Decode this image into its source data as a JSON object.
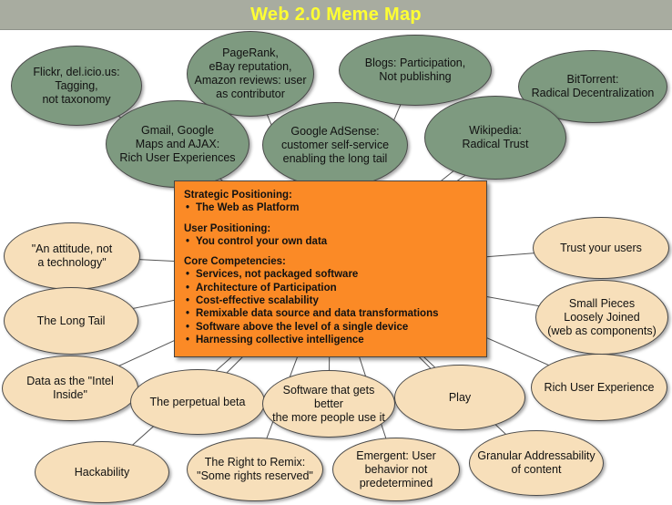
{
  "title": "Web 2.0 Meme Map",
  "colors": {
    "title_bar": "#a8aca0",
    "title_text": "#ffff33",
    "green_bubble": "#7e9a80",
    "tan_bubble": "#f7dfba",
    "core_box": "#fb8a26"
  },
  "bubbles": [
    {
      "id": "flickr",
      "text": "Flickr, del.icio.us:\nTagging,\nnot taxonomy",
      "color": "green"
    },
    {
      "id": "pagerank",
      "text": "PageRank,\neBay reputation,\nAmazon reviews:  user\nas contributor",
      "color": "green"
    },
    {
      "id": "blogs",
      "text": "Blogs:  Participation,\nNot publishing",
      "color": "green"
    },
    {
      "id": "bittorrent",
      "text": "BitTorrent:\nRadical Decentralization",
      "color": "green"
    },
    {
      "id": "gmail",
      "text": "Gmail, Google\nMaps and AJAX:\nRich User Experiences",
      "color": "green"
    },
    {
      "id": "adsense",
      "text": "Google AdSense:\ncustomer self-service\nenabling the long tail",
      "color": "green"
    },
    {
      "id": "wikipedia",
      "text": "Wikipedia:\nRadical Trust",
      "color": "green"
    },
    {
      "id": "attitude",
      "text": "\"An attitude, not\na technology\"",
      "color": "tan"
    },
    {
      "id": "longtail",
      "text": "The Long Tail",
      "color": "tan"
    },
    {
      "id": "intel",
      "text": "Data as the \"Intel Inside\"",
      "color": "tan"
    },
    {
      "id": "perpetual",
      "text": "The perpetual beta",
      "color": "tan"
    },
    {
      "id": "software-better",
      "text": "Software that gets\nbetter\nthe more people use it",
      "color": "tan"
    },
    {
      "id": "play",
      "text": "Play",
      "color": "tan"
    },
    {
      "id": "trust",
      "text": "Trust your users",
      "color": "tan"
    },
    {
      "id": "small-pieces",
      "text": "Small Pieces\nLoosely Joined\n(web as components)",
      "color": "tan"
    },
    {
      "id": "rich",
      "text": "Rich User Experience",
      "color": "tan"
    },
    {
      "id": "hackability",
      "text": "Hackability",
      "color": "tan"
    },
    {
      "id": "remix",
      "text": "The Right to Remix:\n\"Some rights reserved\"",
      "color": "tan"
    },
    {
      "id": "emergent",
      "text": "Emergent:  User\nbehavior not\npredetermined",
      "color": "tan"
    },
    {
      "id": "granular",
      "text": "Granular Addressability\nof content",
      "color": "tan"
    }
  ],
  "core": {
    "sections": [
      {
        "heading": "Strategic Positioning:",
        "items": [
          "The Web as Platform"
        ]
      },
      {
        "heading": "User Positioning:",
        "items": [
          "You control your own data"
        ]
      },
      {
        "heading": "Core Competencies:",
        "items": [
          "Services, not packaged software",
          "Architecture of Participation",
          "Cost-effective scalability",
          "Remixable data source and data transformations",
          "Software above the level of a single device",
          "Harnessing collective intelligence"
        ]
      }
    ]
  }
}
